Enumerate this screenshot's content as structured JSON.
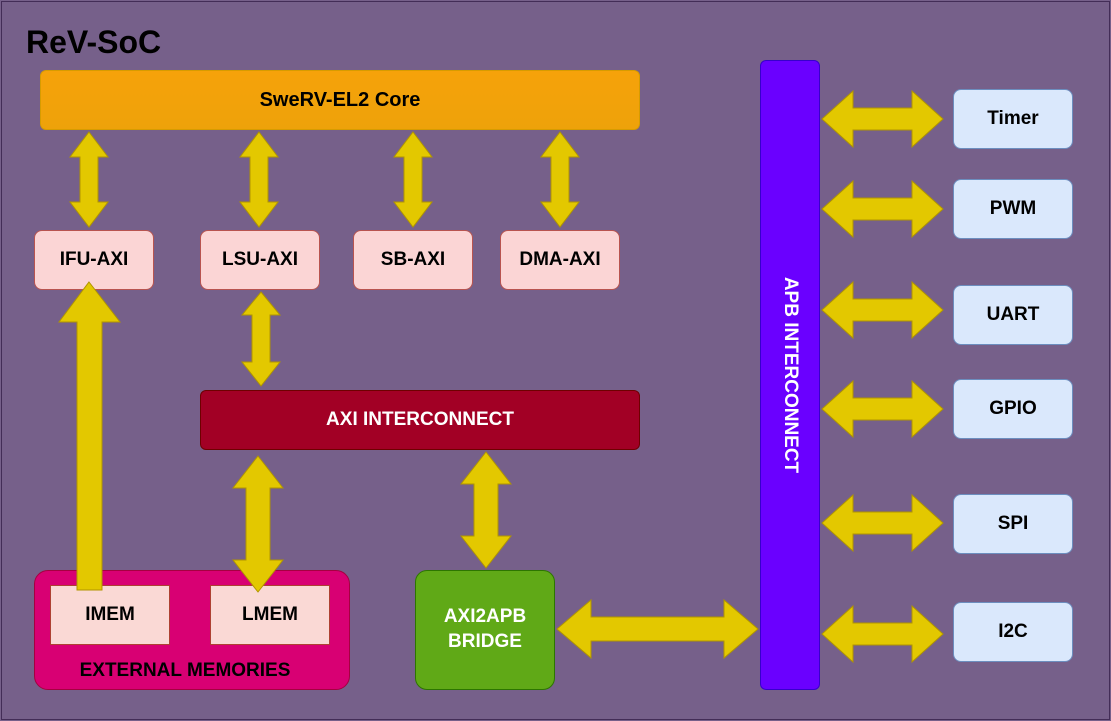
{
  "title": "ReV-SoC",
  "core": "SweRV-EL2 Core",
  "bus_ports": [
    "IFU-AXI",
    "LSU-AXI",
    "SB-AXI",
    "DMA-AXI"
  ],
  "axi_interconnect": "AXI INTERCONNECT",
  "external_memories": {
    "label": "EXTERNAL MEMORIES",
    "items": [
      "IMEM",
      "LMEM"
    ]
  },
  "bridge": {
    "line1": "AXI2APB",
    "line2": "BRIDGE"
  },
  "apb_interconnect": "APB INTERCONNECT",
  "peripherals": [
    "Timer",
    "PWM",
    "UART",
    "GPIO",
    "SPI",
    "I2C"
  ],
  "colors": {
    "background": "#76608a",
    "core": "#f0a30a",
    "axi_port": "#fbd5d5",
    "axi_interconnect": "#a20025",
    "external_memories": "#d80073",
    "bridge": "#60a917",
    "apb_interconnect": "#6a00ff",
    "peripheral": "#dae8fc",
    "arrow": "#e3c800"
  }
}
